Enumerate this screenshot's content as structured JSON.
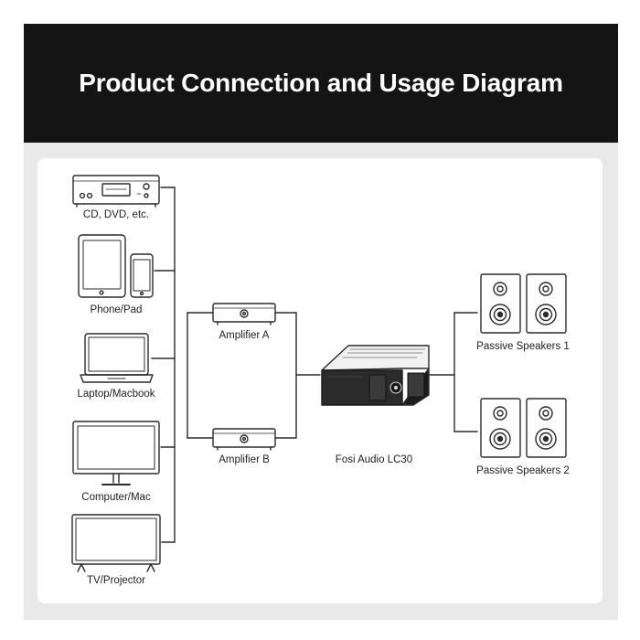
{
  "header": {
    "title": "Product Connection and Usage Diagram"
  },
  "sources": [
    {
      "label": "CD, DVD, etc.",
      "icon": "cd-dvd-player-icon"
    },
    {
      "label": "Phone/Pad",
      "icon": "phone-tablet-icon"
    },
    {
      "label": "Laptop/Macbook",
      "icon": "laptop-icon"
    },
    {
      "label": "Computer/Mac",
      "icon": "monitor-icon"
    },
    {
      "label": "TV/Projector",
      "icon": "tv-icon"
    }
  ],
  "amplifiers": [
    {
      "label": "Amplifier A",
      "icon": "amplifier-icon"
    },
    {
      "label": "Amplifier B",
      "icon": "amplifier-icon"
    }
  ],
  "device": {
    "label": "Fosi Audio LC30",
    "icon": "switcher-box-icon"
  },
  "speakers": [
    {
      "label": "Passive Speakers 1",
      "icon": "speaker-pair-icon"
    },
    {
      "label": "Passive Speakers 2",
      "icon": "speaker-pair-icon"
    }
  ],
  "colors": {
    "header_bg": "#141414",
    "header_text": "#ffffff",
    "panel_bg": "#e9e9e9",
    "card_bg": "#ffffff",
    "line": "#2a2a2a"
  }
}
